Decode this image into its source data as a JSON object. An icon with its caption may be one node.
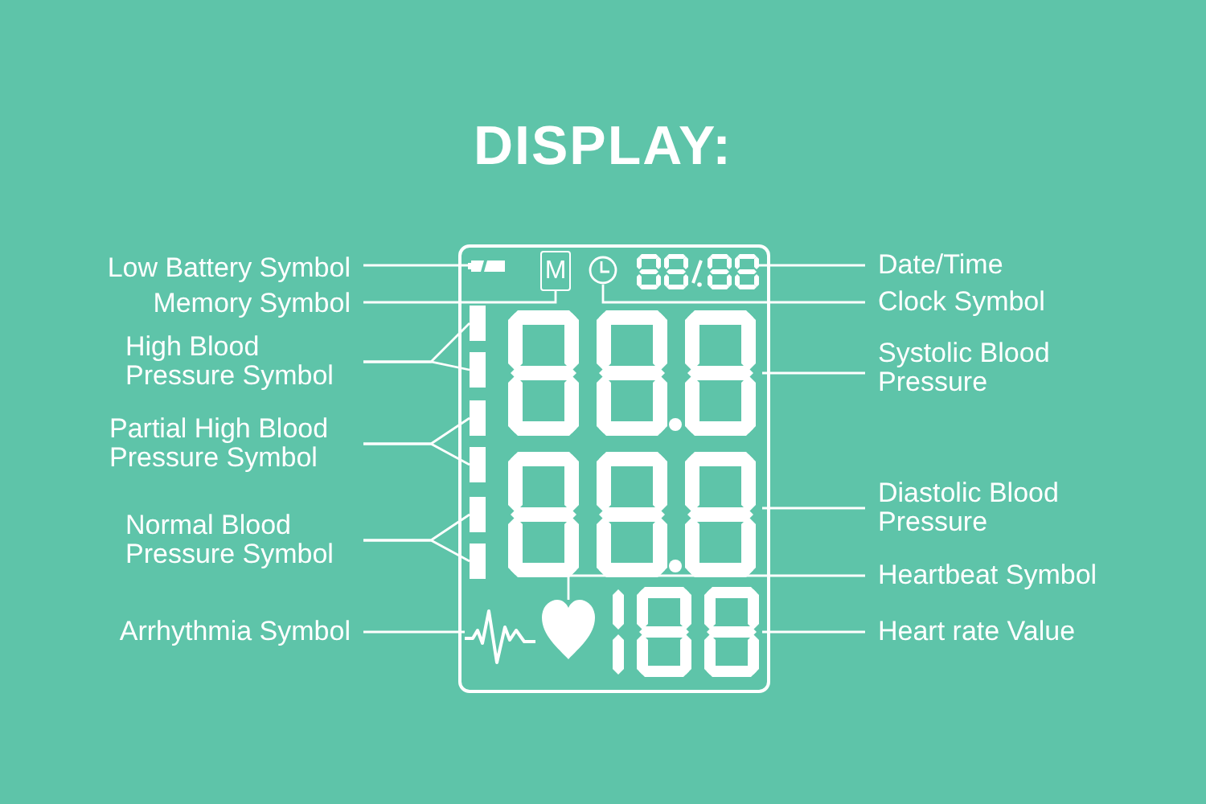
{
  "diagram": {
    "title": "DISPLAY:",
    "nodes": [
      {
        "text": [],
        "shape": "box"
      },
      {
        "text": [],
        "shape": "battery",
        "in": 0
      },
      {
        "text": [
          "M"
        ],
        "in": 0
      },
      {
        "text": [],
        "shape": "clock",
        "in": 0
      },
      {
        "text": [],
        "shape": "display",
        "in": 0
      },
      {
        "text": [],
        "shape": "bar",
        "in": 0
      },
      {
        "text": [],
        "shape": "bar",
        "in": 0
      },
      {
        "text": [],
        "shape": "bar",
        "in": 0
      },
      {
        "text": [],
        "shape": "bar",
        "in": 0
      },
      {
        "text": [],
        "shape": "bar",
        "in": 0
      },
      {
        "text": [],
        "shape": "bar",
        "in": 0
      },
      {
        "text": [],
        "shape": "display",
        "in": 0
      },
      {
        "text": [],
        "shape": "display",
        "in": 0
      },
      {
        "text": [],
        "shape": "wave",
        "in": 0
      },
      {
        "text": [],
        "shape": "heart",
        "in": 0
      },
      {
        "text": [],
        "shape": "display",
        "in": 0
      },
      {
        "text": [
          "Low Battery Symbol"
        ]
      },
      {
        "text": [
          "Memory Symbol"
        ]
      },
      {
        "text": [
          "High Blood Pressure Symbol"
        ]
      },
      {
        "text": [
          "Partial High Blood Pressure Symbol"
        ]
      },
      {
        "text": [
          "Normal Blood Pressure Symbol"
        ]
      },
      {
        "text": [
          "Arrhythmia Symbol"
        ]
      },
      {
        "text": [
          "Date/Time"
        ]
      },
      {
        "text": [
          "Clock Symbol"
        ]
      },
      {
        "text": [
          "Systolic Blood Pressure"
        ]
      },
      {
        "text": [
          "Diastolic Blood Pressure"
        ]
      },
      {
        "text": [
          "Heartbeat Symbol"
        ]
      },
      {
        "text": [
          "Heart rate Value"
        ]
      }
    ],
    "edges": [
      {
        "from": 16,
        "to": 1,
        "arrow": "none"
      },
      {
        "from": 17,
        "to": 2,
        "arrow": "none"
      },
      {
        "from": 18,
        "to": 5,
        "arrow": "none"
      },
      {
        "from": 18,
        "to": 6,
        "arrow": "none"
      },
      {
        "from": 19,
        "to": 7,
        "arrow": "none"
      },
      {
        "from": 19,
        "to": 8,
        "arrow": "none"
      },
      {
        "from": 20,
        "to": 9,
        "arrow": "none"
      },
      {
        "from": 20,
        "to": 10,
        "arrow": "none"
      },
      {
        "from": 21,
        "to": 13,
        "arrow": "none"
      },
      {
        "from": 22,
        "to": 4,
        "arrow": "none"
      },
      {
        "from": 23,
        "to": 3,
        "arrow": "none"
      },
      {
        "from": 24,
        "to": 11,
        "arrow": "none"
      },
      {
        "from": 25,
        "to": 12,
        "arrow": "none"
      },
      {
        "from": 26,
        "to": 14,
        "arrow": "none"
      },
      {
        "from": 27,
        "to": 15,
        "arrow": "none"
      }
    ]
  }
}
